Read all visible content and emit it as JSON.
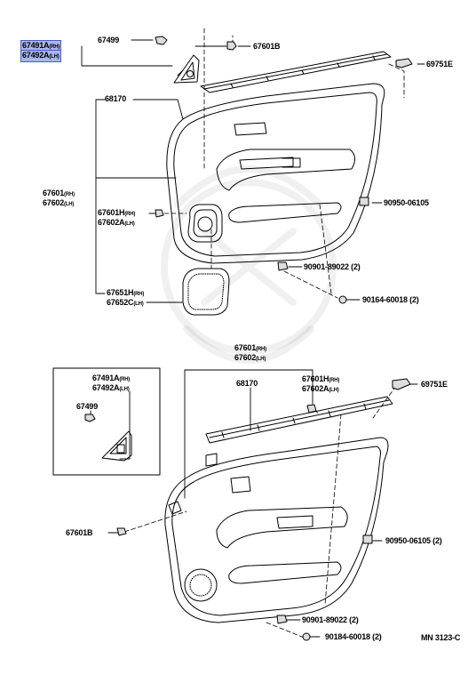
{
  "diagram": {
    "code": "MN 3123-C",
    "highlight_color": "#a9b6ec",
    "labels": {
      "p67491A": "67491A",
      "p67491A_sfx": "(RH)",
      "p67492A": "67492A",
      "p67492A_sfx": "(LH)",
      "p67499": "67499",
      "p67601B": "67601B",
      "p69751E": "69751E",
      "p68170": "68170",
      "p67601": "67601",
      "p67601_sfx": "(RH)",
      "p67602": "67602",
      "p67602_sfx": "(LH)",
      "p67601H": "67601H",
      "p67601H_sfx": "(RH)",
      "p67602A": "67602A",
      "p67602A_sfx": "(LH)",
      "p90950a": "90950-06105",
      "p90901a": "90901-89022 (2)",
      "p90164": "90164-60018 (2)",
      "p67651H": "67651H",
      "p67651H_sfx": "(RH)",
      "p67652C": "67652C",
      "p67652C_sfx": "(LH)",
      "r67601": "67601",
      "r67601_sfx": "(RH)",
      "r67602": "67602",
      "r67602_sfx": "(LH)",
      "r68170": "68170",
      "r67601H": "67601H",
      "r67601H_sfx": "(RH)",
      "r67602A": "67602A",
      "r67602A_sfx": "(LH)",
      "r69751E": "69751E",
      "r67491A": "67491A",
      "r67491A_sfx": "(RH)",
      "r67492A": "67492A",
      "r67492A_sfx": "(LH)",
      "r67499": "67499",
      "r67601B": "67601B",
      "r90950": "90950-06105 (2)",
      "r90901": "90901-89022 (2)",
      "r90184": "90184-60018 (2)"
    }
  }
}
